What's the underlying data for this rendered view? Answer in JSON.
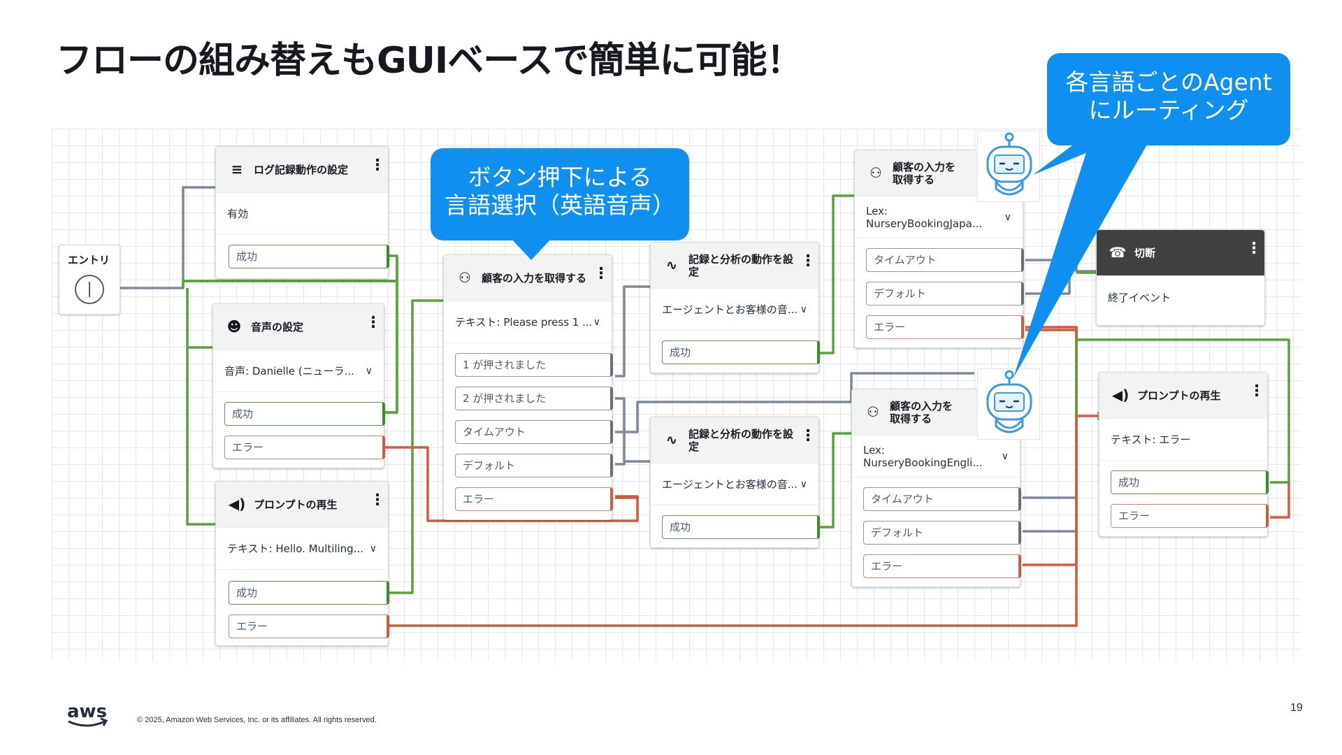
{
  "title": "フローの組み替えもGUIベースで簡単に可能！",
  "callouts": {
    "button_select": "ボタン押下による\n言語選択（英語音声）",
    "routing": "各言語ごとのAgent\nにルーティング"
  },
  "entry": {
    "label": "エントリ"
  },
  "blocks": {
    "log": {
      "title": "ログ記録動作の設定",
      "value": "有効",
      "success": "成功"
    },
    "voice": {
      "title": "音声の設定",
      "value": "音声: Danielle (ニューラ...",
      "success": "成功",
      "error": "エラー"
    },
    "prompt1": {
      "title": "プロンプトの再生",
      "value": "テキスト: Hello. Multiling...",
      "success": "成功",
      "error": "エラー"
    },
    "input_main": {
      "title": "顧客の入力を取得する",
      "value": "テキスト: Please press 1 ...",
      "branches": [
        "1 が押されました",
        "2 が押されました",
        "タイムアウト",
        "デフォルト"
      ],
      "error": "エラー"
    },
    "analytics1": {
      "title": "記録と分析の動作を設定",
      "value": "エージェントとお客様の音...",
      "success": "成功"
    },
    "analytics2": {
      "title": "記録と分析の動作を設定",
      "value": "エージェントとお客様の音...",
      "success": "成功"
    },
    "lex_jp": {
      "title": "顧客の入力を取得する",
      "value": "Lex: NurseryBookingJapa...",
      "timeout": "タイムアウト",
      "default": "デフォルト",
      "error": "エラー"
    },
    "lex_en": {
      "title": "顧客の入力を取得する",
      "value": "Lex: NurseryBookingEngli...",
      "timeout": "タイムアウト",
      "default": "デフォルト",
      "error": "エラー"
    },
    "disconnect": {
      "title": "切断",
      "value": "終了イベント"
    },
    "prompt_err": {
      "title": "プロンプトの再生",
      "value": "テキスト: エラー",
      "success": "成功",
      "error": "エラー"
    }
  },
  "footer": {
    "logo": "aws",
    "copyright": "© 2025, Amazon Web Services, Inc. or its affiliates. All rights reserved.",
    "page": "19"
  },
  "icons": {
    "log": "list-settings-icon",
    "voice": "voice-settings-icon",
    "prompt": "speaker-icon",
    "input": "customer-input-icon",
    "analytics": "waveform-icon",
    "disconnect": "hang-up-icon",
    "more": "kebab-menu-icon",
    "robot": "robot-agent-icon"
  },
  "colors": {
    "accent": "#0f8ff0",
    "success": "#3b8d28",
    "error": "#d05a42",
    "neutral": "#687078"
  }
}
